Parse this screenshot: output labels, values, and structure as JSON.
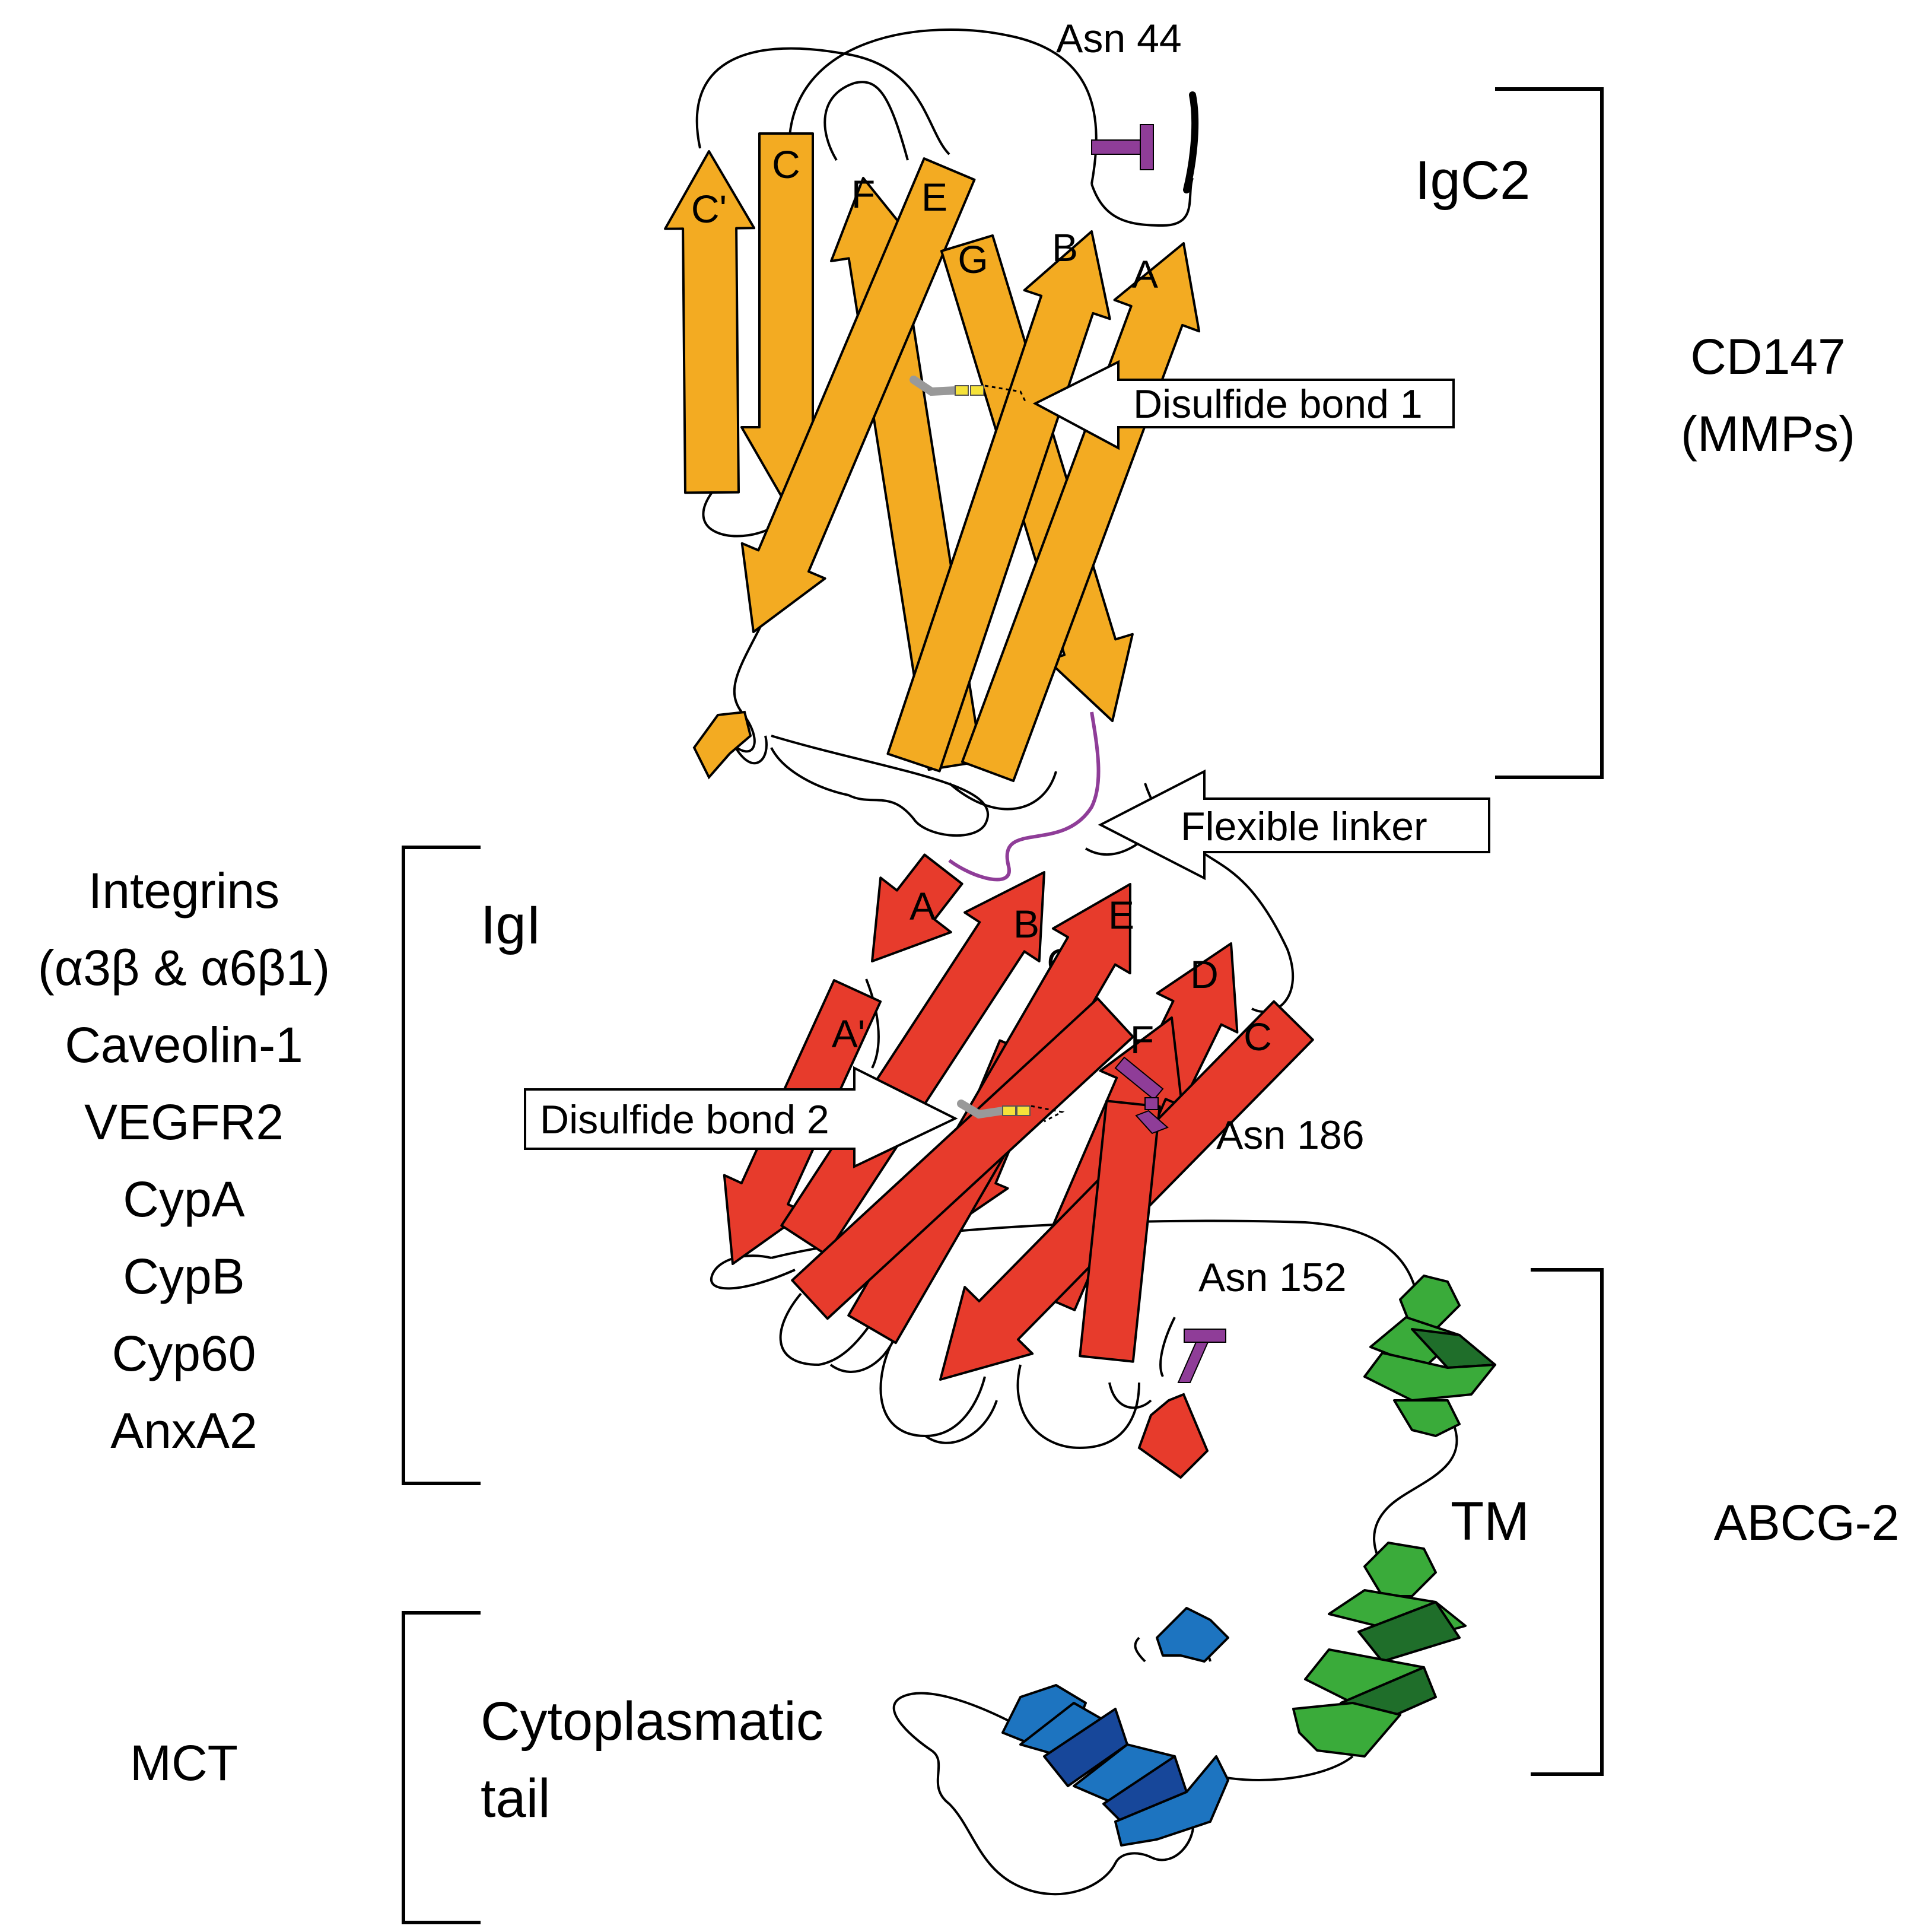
{
  "colors": {
    "igc2_domain": "#f3ab22",
    "igi_domain": "#e73b2c",
    "tm_helix": "#3aab3a",
    "tm_helix_dark": "#1f6e2a",
    "cyto_helix": "#1d74c0",
    "cyto_helix_dark": "#17479a",
    "glycosylation": "#8f3d98",
    "flexible_linker": "#8f3d98",
    "outline": "#000000"
  },
  "igc2_strands": [
    "C'",
    "C",
    "F",
    "E",
    "G",
    "B",
    "A"
  ],
  "igi_strands": [
    "A",
    "A'",
    "B",
    "G",
    "E",
    "D",
    "F",
    "C"
  ],
  "glycosylation_sites": [
    "Asn 44",
    "Asn 186",
    "Asn 152"
  ],
  "callouts": {
    "disulfide_1": "Disulfide bond 1",
    "flexible_linker": "Flexible linker",
    "disulfide_2": "Disulfide bond 2"
  },
  "domain_labels": {
    "igc2": "IgC2",
    "igi": "IgI",
    "tm": "TM",
    "cytoplasmatic_line1": "Cytoplasmatic",
    "cytoplasmatic_line2": "tail"
  },
  "interactors": {
    "cd147_line1": "CD147",
    "cd147_line2": "(MMPs)",
    "igi_partners": [
      "Integrins",
      "(α3β & α6β1)",
      "Caveolin-1",
      "VEGFR2",
      "CypA",
      "CypB",
      "Cyp60",
      "AnxA2"
    ],
    "tm_partner": "ABCG-2",
    "cyto_partner": "MCT"
  }
}
